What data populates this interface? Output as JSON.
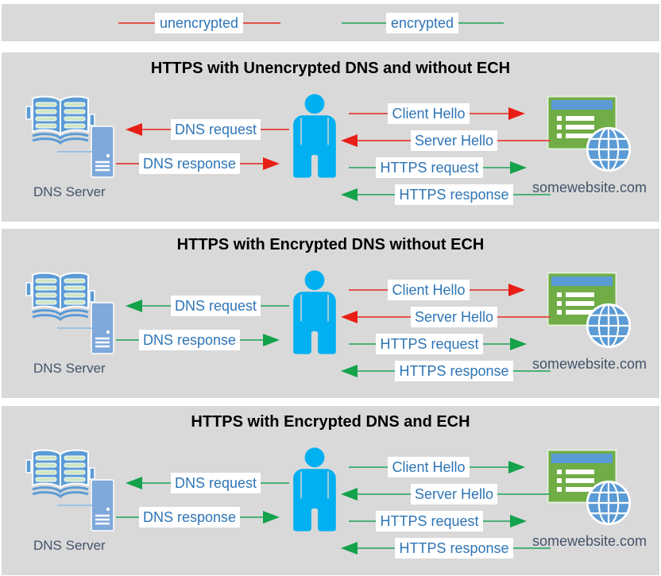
{
  "legend": {
    "items": [
      {
        "label": "unencrypted",
        "type": "unencrypted"
      },
      {
        "label": "encrypted",
        "type": "encrypted"
      }
    ]
  },
  "colors": {
    "unencrypted_line": "#E0524A",
    "unencrypted_arrowhead": "#E81E16",
    "encrypted_line": "#4AB176",
    "encrypted_arrowhead": "#14A24B",
    "panel_background": "#D9D9D9",
    "arrow_label_text": "#2E75B6",
    "caption_text": "#44546A",
    "person": "#00B0F0",
    "book": "#5B9BD5",
    "server_tower": "#7FA8DB",
    "browser_window": "#70AD47",
    "browser_titlebar": "#5B9BD5",
    "globe": "#5B9BD5"
  },
  "icons": [
    "book-icon",
    "server-tower-icon",
    "person-icon",
    "browser-window-icon",
    "globe-icon",
    "arrowhead-icon"
  ],
  "panels": [
    {
      "title": "HTTPS with Unencrypted DNS and without ECH",
      "dns_server_label": "DNS Server",
      "website_label": "somewebsite.com",
      "arrows": {
        "dns_request": {
          "label": "DNS request",
          "direction": "left",
          "encryption": "unencrypted"
        },
        "dns_response": {
          "label": "DNS response",
          "direction": "right",
          "encryption": "unencrypted"
        },
        "client_hello": {
          "label": "Client Hello",
          "direction": "right",
          "encryption": "unencrypted"
        },
        "server_hello": {
          "label": "Server Hello",
          "direction": "left",
          "encryption": "unencrypted"
        },
        "https_request": {
          "label": "HTTPS request",
          "direction": "right",
          "encryption": "encrypted"
        },
        "https_response": {
          "label": "HTTPS response",
          "direction": "left",
          "encryption": "encrypted"
        }
      }
    },
    {
      "title": "HTTPS with Encrypted DNS without ECH",
      "dns_server_label": "DNS Server",
      "website_label": "somewebsite.com",
      "arrows": {
        "dns_request": {
          "label": "DNS request",
          "direction": "left",
          "encryption": "encrypted"
        },
        "dns_response": {
          "label": "DNS response",
          "direction": "right",
          "encryption": "encrypted"
        },
        "client_hello": {
          "label": "Client Hello",
          "direction": "right",
          "encryption": "unencrypted"
        },
        "server_hello": {
          "label": "Server Hello",
          "direction": "left",
          "encryption": "unencrypted"
        },
        "https_request": {
          "label": "HTTPS request",
          "direction": "right",
          "encryption": "encrypted"
        },
        "https_response": {
          "label": "HTTPS response",
          "direction": "left",
          "encryption": "encrypted"
        }
      }
    },
    {
      "title": "HTTPS with Encrypted DNS and ECH",
      "dns_server_label": "DNS Server",
      "website_label": "somewebsite.com",
      "arrows": {
        "dns_request": {
          "label": "DNS request",
          "direction": "left",
          "encryption": "encrypted"
        },
        "dns_response": {
          "label": "DNS response",
          "direction": "right",
          "encryption": "encrypted"
        },
        "client_hello": {
          "label": "Client Hello",
          "direction": "right",
          "encryption": "encrypted"
        },
        "server_hello": {
          "label": "Server Hello",
          "direction": "left",
          "encryption": "encrypted"
        },
        "https_request": {
          "label": "HTTPS request",
          "direction": "right",
          "encryption": "encrypted"
        },
        "https_response": {
          "label": "HTTPS response",
          "direction": "left",
          "encryption": "encrypted"
        }
      }
    }
  ]
}
